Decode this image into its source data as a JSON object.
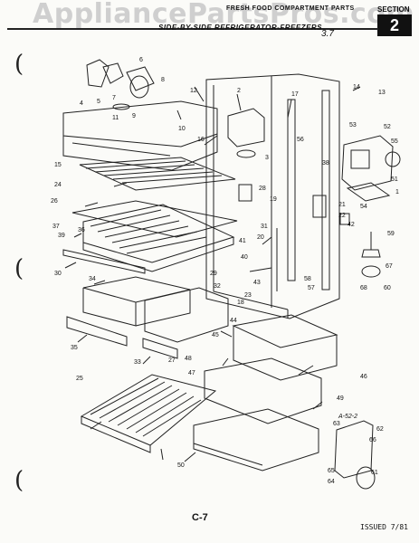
{
  "watermark": "AppliancePartsPros.com",
  "header": {
    "strip_text": "FRESH FOOD COMPARTMENT PARTS",
    "section_label": "SECTION",
    "section_number": "2",
    "subtitle": "SIDE-BY-SIDE REFRIGERATOR-FREEZERS",
    "handwritten_note": "3.7"
  },
  "footer": {
    "page_code": "C-7",
    "issued": "ISSUED 7/81"
  },
  "inset_label": "A-52-2",
  "binder_marks": [
    "(",
    "(",
    "("
  ],
  "callouts": [
    "1",
    "2",
    "3",
    "4",
    "5",
    "6",
    "7",
    "8",
    "9",
    "10",
    "11",
    "12",
    "13",
    "14",
    "15",
    "16",
    "17",
    "18",
    "19",
    "20",
    "21",
    "22",
    "23",
    "24",
    "25",
    "26",
    "27",
    "28",
    "29",
    "30",
    "31",
    "32",
    "33",
    "34",
    "35",
    "36",
    "37",
    "38",
    "39",
    "40",
    "41",
    "42",
    "43",
    "44",
    "45",
    "46",
    "47",
    "48",
    "49",
    "50",
    "51",
    "52",
    "53",
    "54",
    "55",
    "56",
    "57",
    "58",
    "59",
    "60",
    "61",
    "62",
    "63",
    "64",
    "65",
    "66",
    "67",
    "68"
  ]
}
